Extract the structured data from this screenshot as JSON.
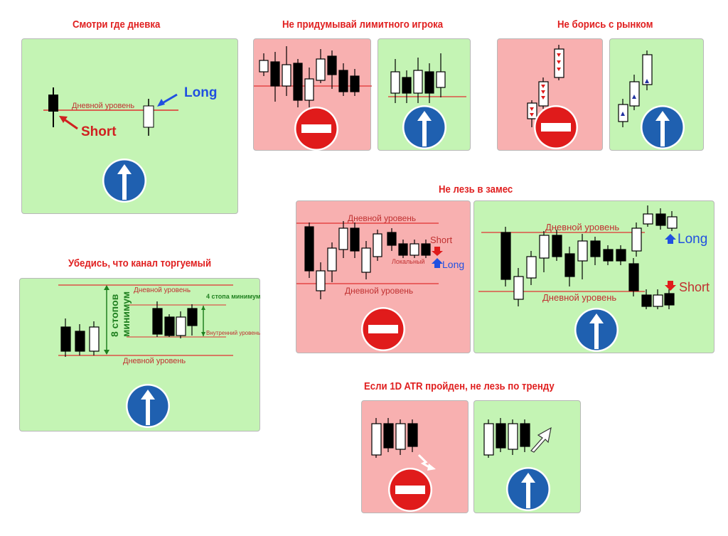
{
  "titles": {
    "t1": "Смотри где дневка",
    "t2": "Не придумывай лимитного игрока",
    "t3": "Не борись с рынком",
    "t4": "Убедись, что канал торгуемый",
    "t5": "Не лезь в замес",
    "t6": "Если 1D ATR пройден, не лезь по тренду"
  },
  "p1": {
    "level": "Дневной уровень",
    "long": "Long",
    "short": "Short"
  },
  "p4": {
    "daily_top": "Дневной уровень",
    "daily_bottom": "Дневной уровень",
    "stops8_line1": "8 стопов",
    "stops8_line2": "минимум",
    "stops4": "4 стопа минимум",
    "inner": "Внутренний уровень"
  },
  "p5": {
    "daily_top": "Дневной уровень",
    "daily_bottom": "Дневной уровень",
    "short": "Short",
    "long": "Long",
    "local": "Локальный"
  },
  "p6": {
    "daily_top": "Дневной уровень",
    "daily_bottom": "Дневной уровень",
    "long": "Long",
    "short": "Short"
  },
  "colors": {
    "green_panel": "#c4f4b4",
    "red_panel": "#f8b0b0",
    "title_red": "#e02020",
    "level_line": "#e03030",
    "sign_blue": "#1f60b0",
    "sign_red": "#e01b1b",
    "long_blue": "#2050e0",
    "short_red": "#d02020",
    "text_green": "#208020"
  }
}
